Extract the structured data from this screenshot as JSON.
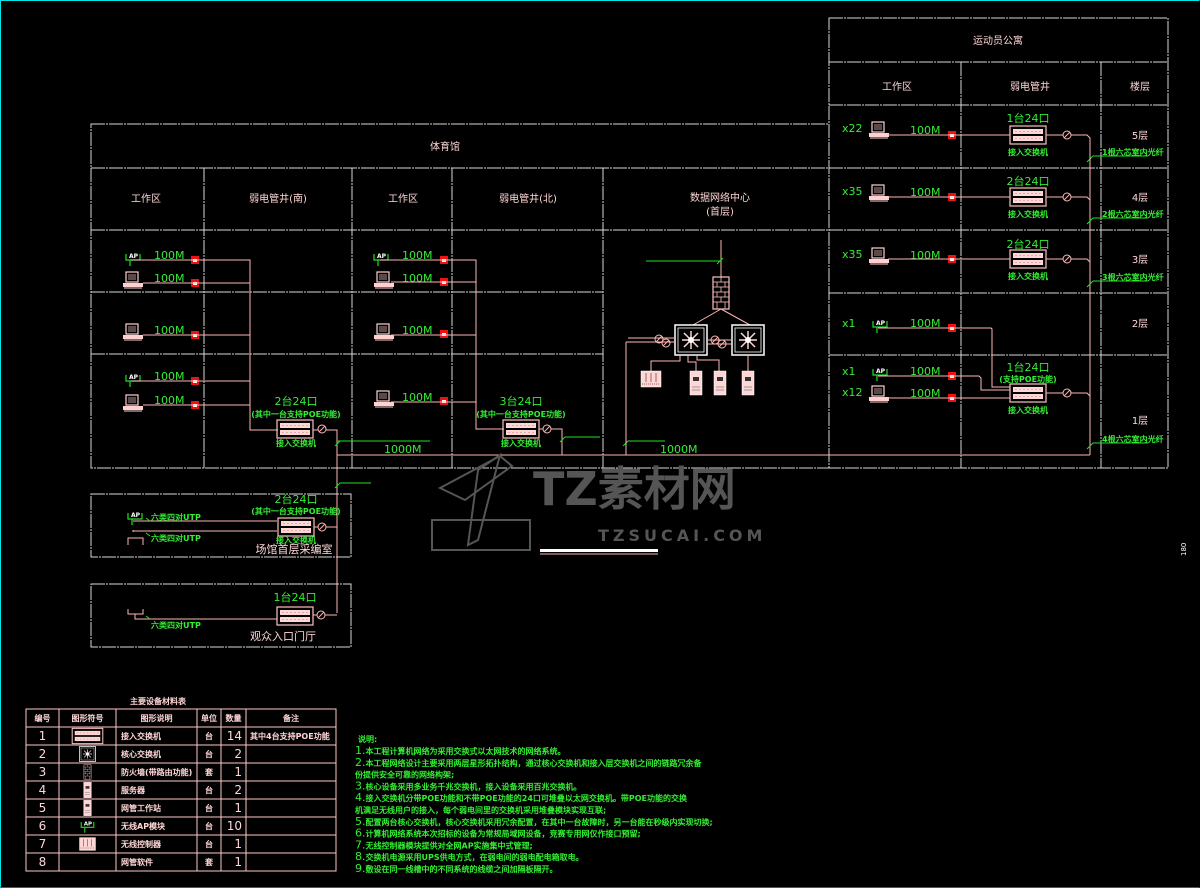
{
  "colors": {
    "background": "#000000",
    "frame": "#00e5e5",
    "grid": "#d8d8d8",
    "wire": "#ffb6b6",
    "label_green": "#33ee33",
    "outlet_red": "#ee1111"
  },
  "gym": {
    "title": "体育馆",
    "col_work_south": "工作区",
    "col_shaft_south": "弱电管井(南)",
    "col_work_north": "工作区",
    "col_shaft_north": "弱电管井(北)",
    "dc_title": "数据网络中心",
    "dc_sub": "(首层)",
    "south_rows": [
      {
        "items": [
          {
            "type": "ap",
            "speed": "100M"
          },
          {
            "type": "pc",
            "speed": "100M"
          }
        ]
      },
      {
        "items": [
          {
            "type": "pc",
            "speed": "100M"
          }
        ]
      },
      {
        "items": [
          {
            "type": "ap",
            "speed": "100M"
          },
          {
            "type": "pc",
            "speed": "100M"
          }
        ]
      }
    ],
    "north_rows": [
      {
        "items": [
          {
            "type": "ap",
            "speed": "100M"
          },
          {
            "type": "pc",
            "speed": "100M"
          }
        ]
      },
      {
        "items": [
          {
            "type": "pc",
            "speed": "100M"
          }
        ]
      },
      {
        "items": [
          {
            "type": "pc",
            "speed": "100M"
          }
        ]
      }
    ],
    "south_switch": {
      "count": "2台24口",
      "note": "(其中一台支持POE功能)",
      "label": "接入交换机"
    },
    "north_switch": {
      "count": "3台24口",
      "note": "(其中一台支持POE功能)",
      "label": "接入交换机"
    },
    "backbone_left": "1000M",
    "backbone_right": "1000M"
  },
  "apartment": {
    "title": "运动员公寓",
    "col_work": "工作区",
    "col_shaft": "弱电管井",
    "col_floor": "楼层",
    "floors": [
      {
        "floor": "5层",
        "count": "x22",
        "device": "pc",
        "speed": "100M",
        "switch_count": "1台24口",
        "switch_label": "接入交换机",
        "fiber": "1根六芯室内光纤"
      },
      {
        "floor": "4层",
        "count": "x35",
        "device": "pc",
        "speed": "100M",
        "switch_count": "2台24口",
        "switch_label": "接入交换机",
        "fiber": "2根六芯室内光纤"
      },
      {
        "floor": "3层",
        "count": "x35",
        "device": "pc",
        "speed": "100M",
        "switch_count": "2台24口",
        "switch_label": "接入交换机",
        "fiber": "3根六芯室内光纤"
      },
      {
        "floor": "2层",
        "count": "x1",
        "device": "ap",
        "speed": "100M"
      },
      {
        "floor": "1层",
        "fiber": "4根六芯室内光纤"
      }
    ],
    "floor1_items": [
      {
        "count": "x1",
        "device": "ap",
        "speed": "100M"
      },
      {
        "count": "x12",
        "device": "pc",
        "speed": "100M"
      }
    ],
    "floor1_switch": {
      "count": "1台24口",
      "note": "(支持POE功能)",
      "label": "接入交换机"
    }
  },
  "media_room": {
    "title": "场馆首层采编室",
    "cable1": "六类四对UTP",
    "cable2": "六类四对UTP",
    "switch_count": "2台24口",
    "switch_note": "(其中一台支持POE功能)",
    "switch_label": "接入交换机"
  },
  "lobby": {
    "title": "观众入口门厅",
    "cable": "六类四对UTP",
    "switch_count": "1台24口"
  },
  "side_label": "180",
  "equipment_table": {
    "title": "主要设备材料表",
    "headers": [
      "编号",
      "图形符号",
      "图形说明",
      "单位",
      "数量",
      "备注"
    ],
    "rows": [
      {
        "no": "1",
        "symbol": "switch",
        "desc": "接入交换机",
        "unit": "台",
        "qty": "14",
        "remark": "其中4台支持POE功能"
      },
      {
        "no": "2",
        "symbol": "core-switch",
        "desc": "核心交换机",
        "unit": "台",
        "qty": "2",
        "remark": ""
      },
      {
        "no": "3",
        "symbol": "firewall",
        "desc": "防火墙(带路由功能)",
        "unit": "套",
        "qty": "1",
        "remark": ""
      },
      {
        "no": "4",
        "symbol": "server",
        "desc": "服务器",
        "unit": "台",
        "qty": "2",
        "remark": ""
      },
      {
        "no": "5",
        "symbol": "server",
        "desc": "网管工作站",
        "unit": "台",
        "qty": "1",
        "remark": ""
      },
      {
        "no": "6",
        "symbol": "ap",
        "desc": "无线AP模块",
        "unit": "台",
        "qty": "10",
        "remark": ""
      },
      {
        "no": "7",
        "symbol": "controller",
        "desc": "无线控制器",
        "unit": "台",
        "qty": "1",
        "remark": ""
      },
      {
        "no": "8",
        "symbol": "",
        "desc": "网管软件",
        "unit": "套",
        "qty": "1",
        "remark": ""
      }
    ]
  },
  "notes": {
    "title": "说明:",
    "lines": [
      {
        "num": "1.",
        "text": "本工程计算机网络为采用交换式以太网技术的网络系统。"
      },
      {
        "num": "2.",
        "text": "本工程网络设计主要采用两层星形拓扑结构，通过核心交换机和接入层交换机之间的链路冗余备"
      },
      {
        "num": "",
        "text": "份提供安全可靠的网络构架;"
      },
      {
        "num": "3.",
        "text": "核心设备采用多业务千兆交换机，接入设备采用百兆交换机。"
      },
      {
        "num": "4.",
        "text": "接入交换机分带POE功能和不带POE功能的24口可堆叠以太网交换机。带POE功能的交换"
      },
      {
        "num": "",
        "text": "机满足无线用户的接入，每个弱电间里的交换机采用堆叠模块实现互联;"
      },
      {
        "num": "5.",
        "text": "配置两台核心交换机，核心交换机采用冗余配置，在其中一台故障时，另一台能在秒级内实现切换;"
      },
      {
        "num": "6.",
        "text": "计算机网络系统本次招标的设备为常规局域网设备，竞赛专用网仅作接口预留;"
      },
      {
        "num": "7.",
        "text": "无线控制器模块提供对全网AP实施集中式管理;"
      },
      {
        "num": "8.",
        "text": "交换机电源采用UPS供电方式，在弱电间的弱电配电箱取电。"
      },
      {
        "num": "9.",
        "text": "敷设在同一线槽中的不同系统的线缆之间加隔板隔开。"
      }
    ]
  },
  "watermark": {
    "brand": "TZ素材网",
    "url": "TZSUCAI.COM"
  }
}
